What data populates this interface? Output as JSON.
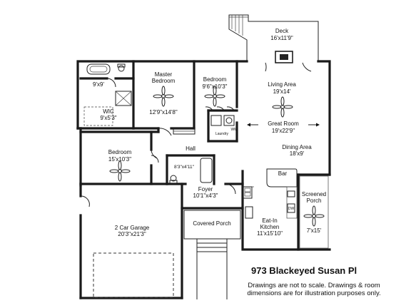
{
  "address": "973 Blackeyed Susan Pl",
  "disclaimer_line1": "Drawings are not to scale. Drawings & room",
  "disclaimer_line2": "dimensions are for illustration purposes only.",
  "rooms": {
    "deck": {
      "name": "Deck",
      "dim": "16'x11'9\""
    },
    "living": {
      "name": "Living Area",
      "dim": "19'x14'"
    },
    "master": {
      "name_line1": "Master",
      "name_line2": "Bedroom",
      "dim": "12'9\"x14'8\""
    },
    "bedroom2": {
      "name": "Bedroom",
      "dim": "9'6\"x10'3\""
    },
    "bath_master": {
      "dim": "9'x9'"
    },
    "wic": {
      "name": "WIC",
      "dim": "9'x5'3\""
    },
    "laundry": {
      "name": "Laundry",
      "wm": "WM"
    },
    "great": {
      "name": "Great Room",
      "dim": "19'x22'9\""
    },
    "hall": {
      "name": "Hall"
    },
    "dining": {
      "name": "Dining Area",
      "dim": "18'x9'"
    },
    "bedroom3": {
      "name": "Bedroom",
      "dim": "15'x10'3\""
    },
    "bath_hall": {
      "dim": "8'3\"x4'11\""
    },
    "bar": {
      "name": "Bar"
    },
    "foyer": {
      "name": "Foyer",
      "dim": "10'1\"x4'3\""
    },
    "screened": {
      "name_line1": "Screened",
      "name_line2": "Porch",
      "dim": "7'x15'"
    },
    "garage": {
      "name": "2 Car Garage",
      "dim": "20'3\"x21'3\""
    },
    "covered_porch": {
      "name": "Covered Porch"
    },
    "kitchen": {
      "name_line1": "Eat-In",
      "name_line2": "Kitchen",
      "dim": "11'x15'10\""
    },
    "dw": {
      "name": "DW"
    }
  }
}
